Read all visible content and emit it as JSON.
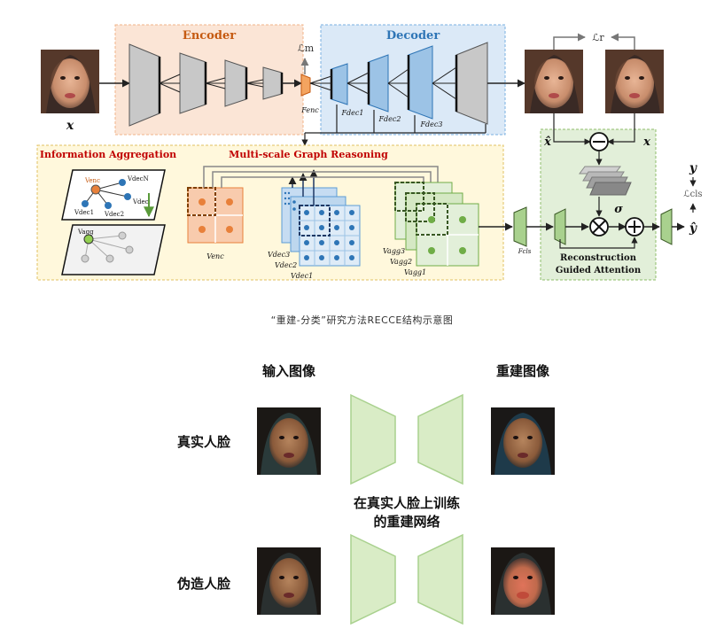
{
  "top_figure": {
    "input_label": "x",
    "encoder_title": "Encoder",
    "decoder_title": "Decoder",
    "loss_m": "ℒm",
    "loss_r": "ℒr",
    "f_enc": "Fenc",
    "f_dec1": "Fdec1",
    "f_dec2": "Fdec2",
    "f_dec3": "Fdec3",
    "info_aggregation_title": "Information Aggregation",
    "graph_reasoning_title": "Multi-scale Graph Reasoning",
    "v_enc": "Venc",
    "v_dec3": "Vdec3",
    "v_dec2": "Vdec2",
    "v_dec1": "Vdec1",
    "v_agg3": "Vagg3",
    "v_agg2": "Vagg2",
    "v_agg1": "Vagg1",
    "f_cls": "Fcls",
    "x_hat": "x̂",
    "x_label": "x",
    "sigma": "σ",
    "y_label": "y",
    "loss_cls": "ℒcls",
    "y_hat": "ŷ",
    "reconstruction_line1": "Reconstruction",
    "reconstruction_line2": "Guided Attention",
    "node_v_enc": "Venc",
    "node_v_dec_1": "Vdec1",
    "node_v_dec_2": "Vdec2",
    "node_v_dec_j": "Vdecj",
    "node_v_dec_n": "VdecN",
    "node_v_agg": "Vagg"
  },
  "caption": "“重建-分类”研究方法RECCE结构示意图",
  "bottom_figure": {
    "input_image_header": "输入图像",
    "reconstructed_image_header": "重建图像",
    "real_face_label": "真实人脸",
    "fake_face_label": "伪造人脸",
    "network_line1": "在真实人脸上训练",
    "network_line2": "的重建网络"
  },
  "colors": {
    "encoder_bg": "#fbe5d6",
    "decoder_bg": "#dbe9f7",
    "graph_bg": "#fff8dc",
    "attention_bg": "#e2efd9",
    "orange": "#e8803a",
    "blue": "#5b9bd5",
    "green": "#70ad47",
    "network_green": "#d9ecc6"
  }
}
